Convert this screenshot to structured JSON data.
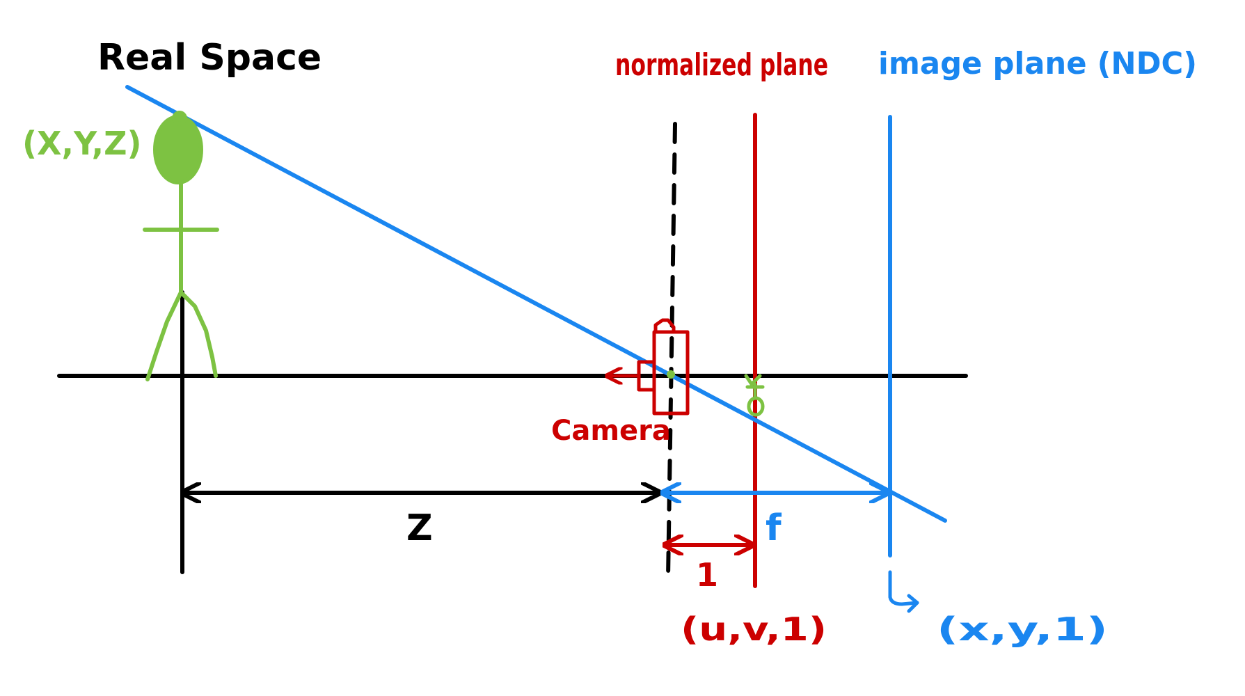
{
  "colors": {
    "black": "#000000",
    "blue": "#1a86f0",
    "red": "#cc0000",
    "green": "#7dc242"
  },
  "labels": {
    "real_space": "Real Space",
    "world_point": "(X,Y,Z)",
    "normalized_plane": "normalized plane",
    "image_plane": "image plane (NDC)",
    "camera": "Camera",
    "depth": "Z",
    "focal_length": "f",
    "unit_distance": "1",
    "normalized_coords": "(u,v,1)",
    "image_coords": "(x,y,1)"
  }
}
